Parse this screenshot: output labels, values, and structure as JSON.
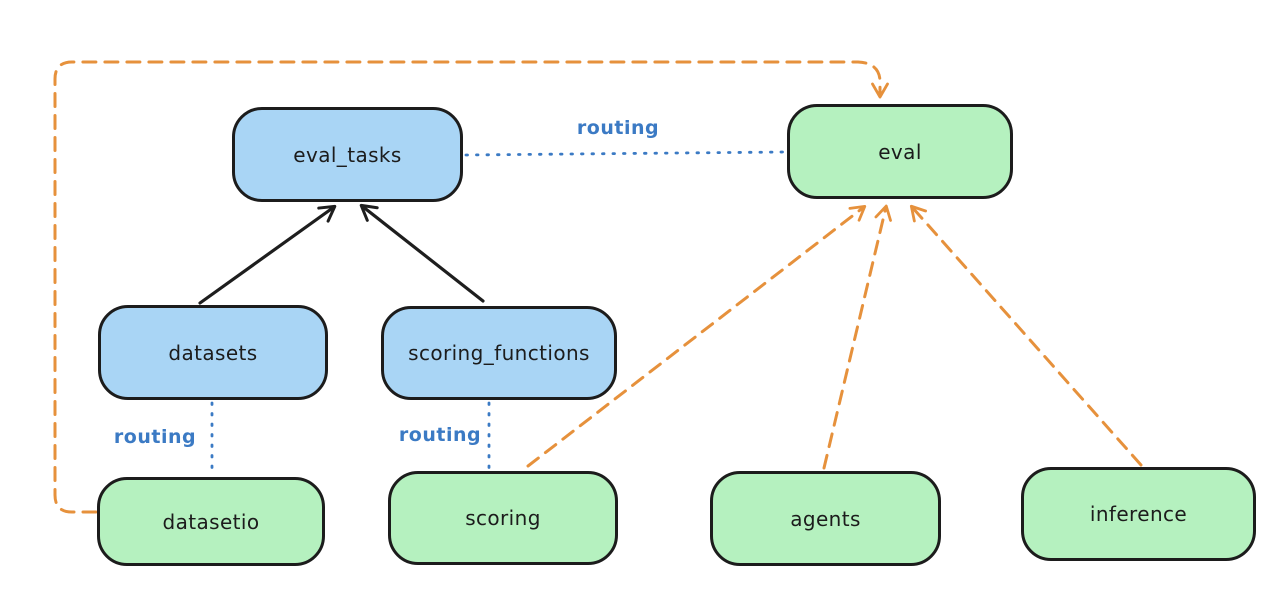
{
  "diagram": {
    "background": "#ffffff",
    "colors": {
      "node_blue_fill": "#a9d5f5",
      "node_green_fill": "#b5f1bf",
      "node_border": "#1c1c1c",
      "black_arrow": "#1e1e1e",
      "routing_blue": "#3b7ac4",
      "provider_orange": "#e6913c"
    },
    "nodes": {
      "eval_tasks": {
        "label": "eval_tasks",
        "color": "blue"
      },
      "eval": {
        "label": "eval",
        "color": "green"
      },
      "datasets": {
        "label": "datasets",
        "color": "blue"
      },
      "scoring_functions": {
        "label": "scoring_functions",
        "color": "blue"
      },
      "datasetio": {
        "label": "datasetio",
        "color": "green"
      },
      "scoring": {
        "label": "scoring",
        "color": "green"
      },
      "agents": {
        "label": "agents",
        "color": "green"
      },
      "inference": {
        "label": "inference",
        "color": "green"
      }
    },
    "edge_labels": {
      "routing_eval": "routing",
      "routing_datasetio": "routing",
      "routing_scoring": "routing"
    },
    "edges": [
      {
        "from": "datasets",
        "to": "eval_tasks",
        "style": "solid-black-arrow"
      },
      {
        "from": "scoring_functions",
        "to": "eval_tasks",
        "style": "solid-black-arrow"
      },
      {
        "from": "eval_tasks",
        "to": "eval",
        "style": "dotted-blue",
        "label": "routing"
      },
      {
        "from": "datasets",
        "to": "datasetio",
        "style": "dotted-blue",
        "label": "routing"
      },
      {
        "from": "scoring_functions",
        "to": "scoring",
        "style": "dotted-blue",
        "label": "routing"
      },
      {
        "from": "datasetio",
        "to": "eval",
        "style": "dashed-orange-arrow"
      },
      {
        "from": "scoring",
        "to": "eval",
        "style": "dashed-orange-arrow"
      },
      {
        "from": "agents",
        "to": "eval",
        "style": "dashed-orange-arrow"
      },
      {
        "from": "inference",
        "to": "eval",
        "style": "dashed-orange-arrow"
      }
    ]
  }
}
